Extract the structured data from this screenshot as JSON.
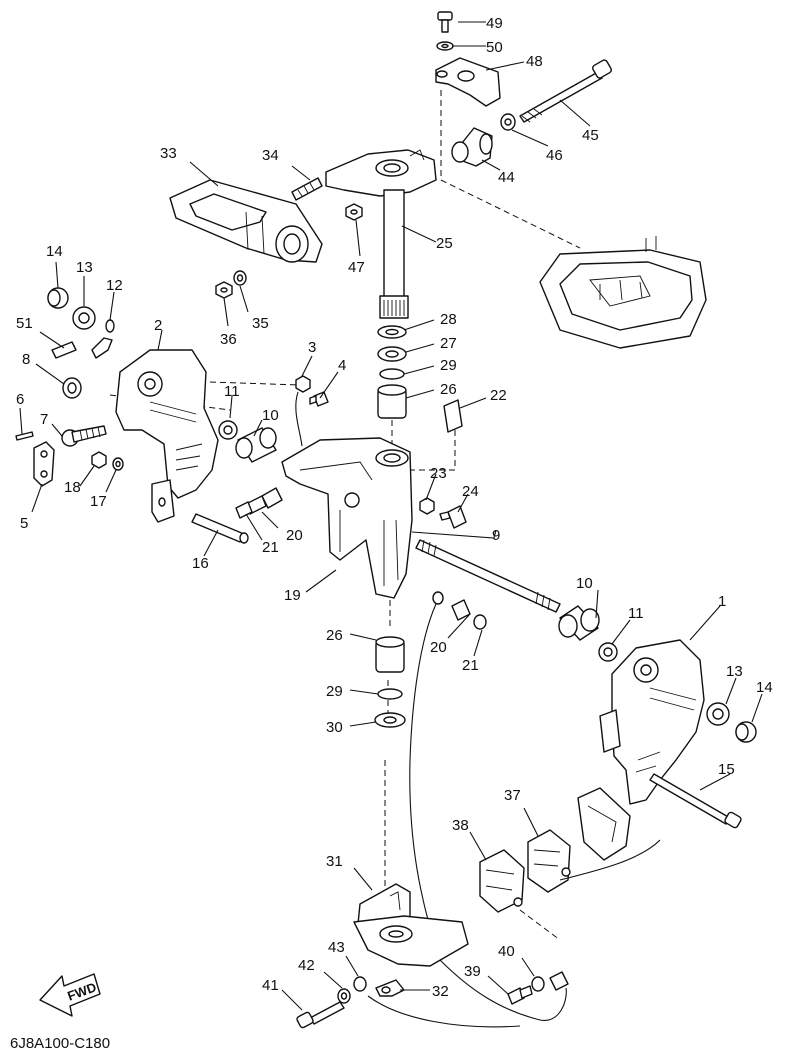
{
  "diagram": {
    "drawing_code": "6J8A100-C180",
    "fwd_label": "FWD",
    "callouts": {
      "c1": "1",
      "c2": "2",
      "c3": "3",
      "c4": "4",
      "c5": "5",
      "c6": "6",
      "c7": "7",
      "c8": "8",
      "c9": "9",
      "c10a": "10",
      "c10b": "10",
      "c11a": "11",
      "c11b": "11",
      "c12": "12",
      "c13a": "13",
      "c13b": "13",
      "c14a": "14",
      "c14b": "14",
      "c15": "15",
      "c16": "16",
      "c17": "17",
      "c18": "18",
      "c19": "19",
      "c20a": "20",
      "c20b": "20",
      "c21a": "21",
      "c21b": "21",
      "c22": "22",
      "c23": "23",
      "c24": "24",
      "c25": "25",
      "c26a": "26",
      "c26b": "26",
      "c27": "27",
      "c28": "28",
      "c29a": "29",
      "c29b": "29",
      "c30": "30",
      "c31": "31",
      "c32": "32",
      "c33": "33",
      "c34": "34",
      "c35": "35",
      "c36": "36",
      "c37": "37",
      "c38": "38",
      "c39": "39",
      "c40": "40",
      "c41": "41",
      "c42": "42",
      "c43": "43",
      "c44": "44",
      "c45": "45",
      "c46": "46",
      "c47": "47",
      "c48": "48",
      "c49": "49",
      "c50": "50",
      "c51": "51"
    }
  }
}
